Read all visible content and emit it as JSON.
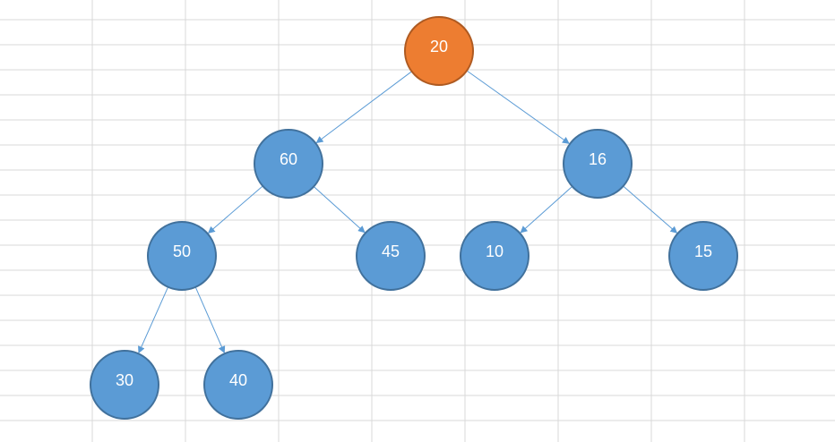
{
  "diagram": {
    "type": "binary-tree",
    "colors": {
      "node_fill": "#5b9bd5",
      "node_stroke": "#41719c",
      "highlight_fill": "#ed7d31",
      "highlight_stroke": "#ae5a21",
      "edge": "#5b9bd5",
      "grid": "#d9d9d9"
    },
    "nodes": [
      {
        "id": "n20",
        "label": "20",
        "highlight": true
      },
      {
        "id": "n60",
        "label": "60",
        "highlight": false
      },
      {
        "id": "n16",
        "label": "16",
        "highlight": false
      },
      {
        "id": "n50",
        "label": "50",
        "highlight": false
      },
      {
        "id": "n45",
        "label": "45",
        "highlight": false
      },
      {
        "id": "n10",
        "label": "10",
        "highlight": false
      },
      {
        "id": "n15",
        "label": "15",
        "highlight": false
      },
      {
        "id": "n30",
        "label": "30",
        "highlight": false
      },
      {
        "id": "n40",
        "label": "40",
        "highlight": false
      }
    ],
    "edges": [
      {
        "from": "n20",
        "to": "n60"
      },
      {
        "from": "n20",
        "to": "n16"
      },
      {
        "from": "n60",
        "to": "n50"
      },
      {
        "from": "n60",
        "to": "n45"
      },
      {
        "from": "n16",
        "to": "n10"
      },
      {
        "from": "n16",
        "to": "n15"
      },
      {
        "from": "n50",
        "to": "n30"
      },
      {
        "from": "n50",
        "to": "n40"
      }
    ]
  }
}
